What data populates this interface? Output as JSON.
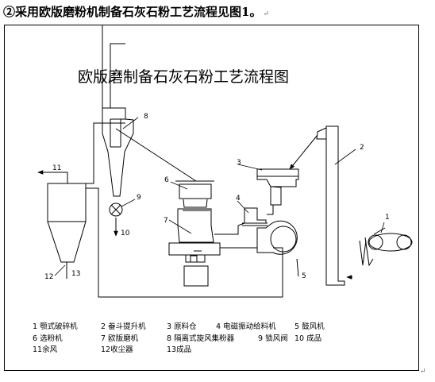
{
  "heading": "②采用欧版磨粉机制备石灰石粉工艺流程见图1。",
  "heading_return_mark": "↵",
  "corner_mark": "↵",
  "diagram": {
    "title": "欧版磨制备石灰石粉工艺流程图",
    "callouts": {
      "n1": "1",
      "n2": "2",
      "n3": "3",
      "n4": "4",
      "n5": "5",
      "n6": "6",
      "n7": "7",
      "n8": "8",
      "n9": "9",
      "n10": "10",
      "n11": "11",
      "n12": "12",
      "n13": "13"
    },
    "legend": {
      "r1c1": "1 颚式破碎机",
      "r1c2": "2 畚斗提升机",
      "r1c3": "3 原料仓",
      "r1c4": "4 电磁振动给料机",
      "r1c5": "5 鼓风机",
      "r2c1": "6 选粉机",
      "r2c2": "7 欧版磨机",
      "r2c3": "8 隔离式旋风集粉器",
      "r2c4": "9 锁风阀",
      "r2c5": "10 成品",
      "r3c1": "11余风",
      "r3c2": "12收尘器",
      "r3c3": "13成品"
    }
  }
}
